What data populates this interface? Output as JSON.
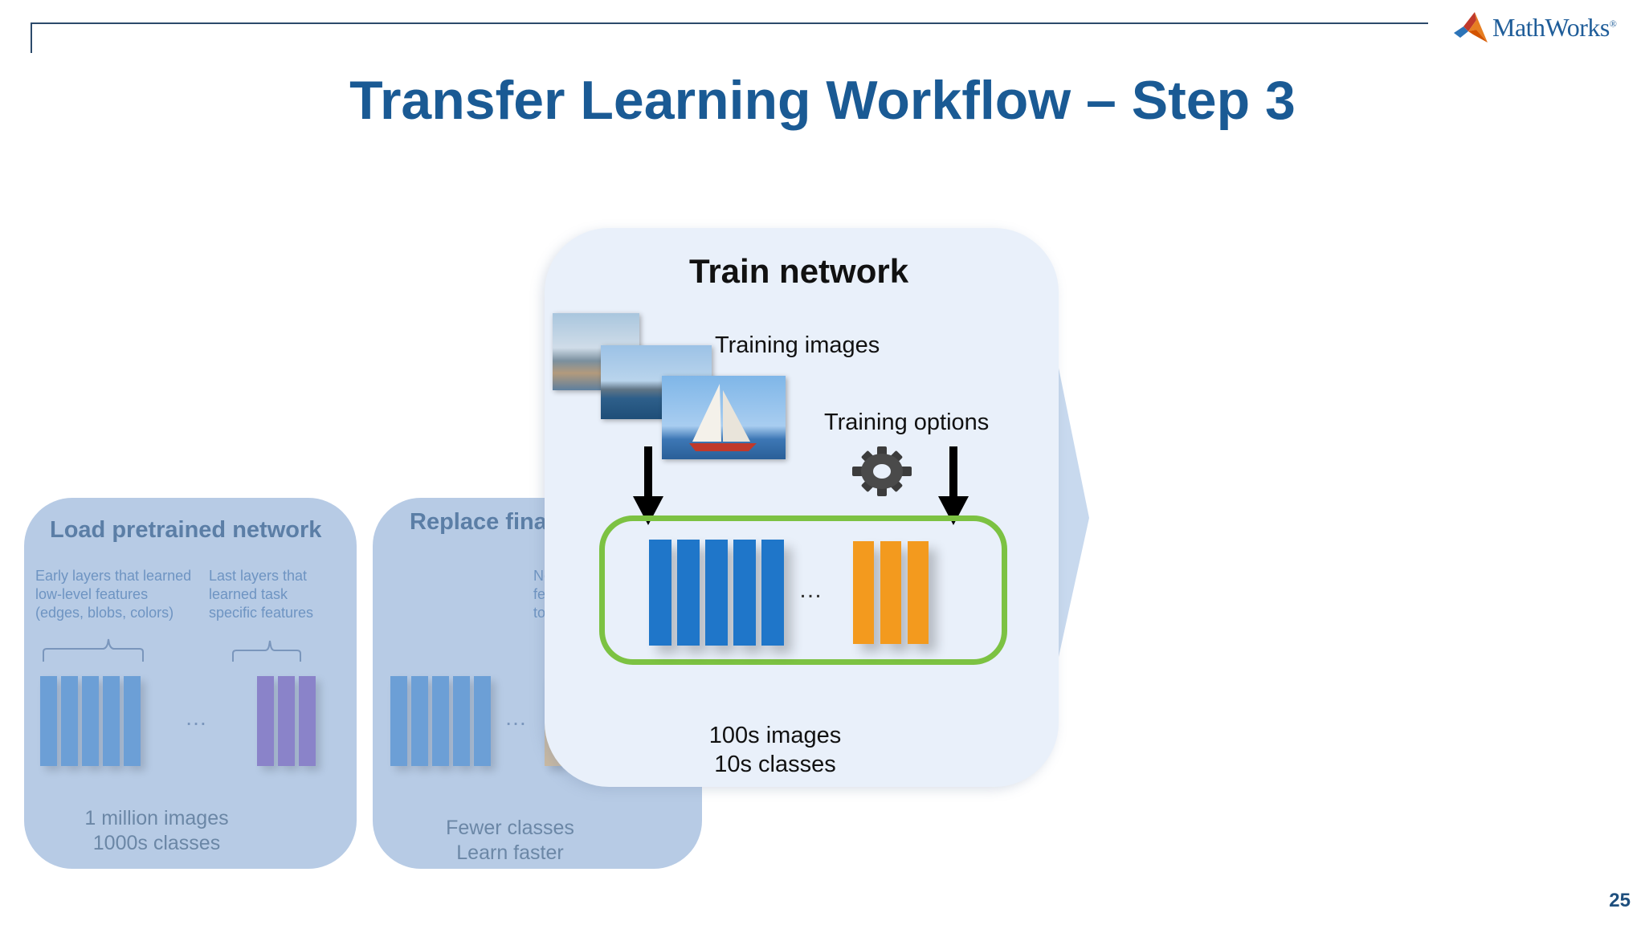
{
  "header": {
    "logo_text": "MathWorks",
    "logo_mark": "®",
    "title": "Transfer Learning Workflow – Step 3",
    "page_number": "25"
  },
  "step1": {
    "title": "Load pretrained network",
    "early_note": [
      "Early layers that learned",
      "low-level features",
      "(edges, blobs, colors)"
    ],
    "late_note": [
      "Last layers that",
      "learned task",
      "specific features"
    ],
    "ellipsis": "…",
    "footer": [
      "1 million images",
      "1000s classes"
    ]
  },
  "step2": {
    "title": "Replace fina",
    "note": [
      "Ne",
      "fe",
      "to"
    ],
    "ellipsis": "…",
    "footer": [
      "Fewer classes",
      "Learn faster"
    ]
  },
  "step3": {
    "title": "Train network",
    "training_images_label": "Training images",
    "training_options_label": "Training options",
    "ellipsis": "…",
    "footer": [
      "100s images",
      "10s classes"
    ]
  },
  "icons": {
    "gear": "gear-icon",
    "arrow": "arrow-down-icon",
    "logo": "membrane-logo-icon"
  },
  "colors": {
    "title": "#1a5a94",
    "blue_layer": "#1f76c9",
    "orange_layer": "#f39a1e",
    "purple_layer": "#8a83c9",
    "green_box": "#7cc242",
    "faded_panel": "#b7cbe5",
    "main_panel": "#e9f0fa"
  }
}
